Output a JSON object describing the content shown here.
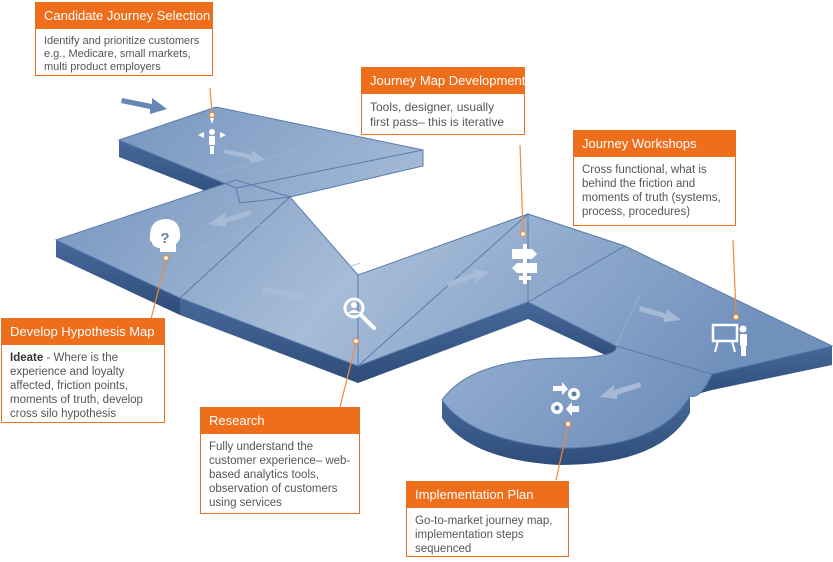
{
  "colors": {
    "accent": "#ee6e1c",
    "path_top": "#7e9bc2",
    "path_side": "#3c5e8d",
    "icon": "#ffffff"
  },
  "steps": [
    {
      "title": "Candidate Journey Selection",
      "body": "Identify and prioritize customers e.g., Medicare, small markets, multi product employers",
      "icon": "network-person-icon"
    },
    {
      "title": "Journey Map Development",
      "body": "Tools, designer, usually first pass– this is iterative",
      "icon": "signpost-icon"
    },
    {
      "title": "Journey Workshops",
      "body": "Cross functional, what is behind the friction and moments of truth (systems, process, procedures)",
      "icon": "presenter-icon"
    },
    {
      "title": "Develop Hypothesis Map",
      "body_strong": "Ideate",
      "body": " - Where is the experience and loyalty affected, friction points, moments of truth, develop cross silo hypothesis",
      "icon": "question-head-icon"
    },
    {
      "title": "Research",
      "body": "Fully understand the customer experience– web-based analytics tools, observation of customers using services",
      "icon": "magnifier-person-icon"
    },
    {
      "title": "Implementation Plan",
      "body": "Go-to-market journey map, implementation steps sequenced",
      "icon": "gears-icon"
    }
  ]
}
